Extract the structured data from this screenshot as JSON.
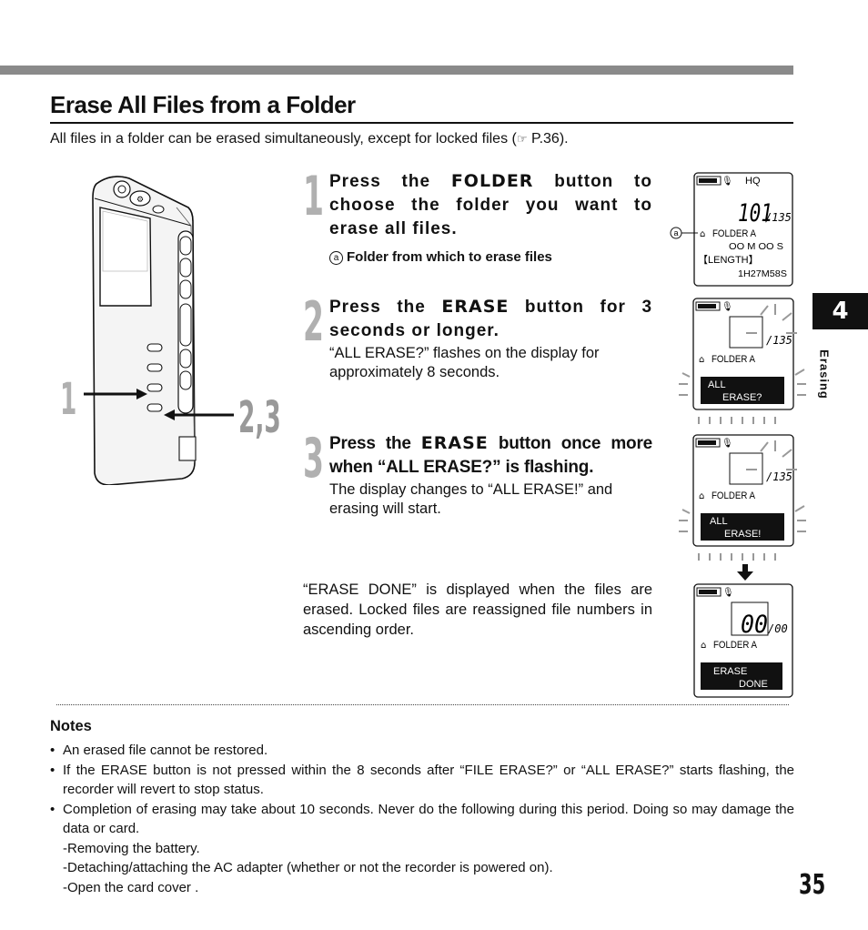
{
  "title": "Erase All Files from a Folder",
  "intro": {
    "before": "All files in a folder can be erased simultaneously, except for locked files (",
    "ref_icon": "pointing-hand-icon",
    "ref": "P.36",
    "after": ")."
  },
  "chapter": {
    "number": "4",
    "label": "Erasing"
  },
  "callouts": {
    "one": "1",
    "two_three": "2,3"
  },
  "steps": [
    {
      "number": "1",
      "head_pre": "Press the ",
      "keyword": "FOLDER",
      "head_post": " button to choose the folder you want to erase all files.",
      "note_marker": "a",
      "note": "Folder from which to erase files"
    },
    {
      "number": "2",
      "head_pre": "Press the ",
      "keyword": "ERASE",
      "head_post": " button for 3 seconds or longer.",
      "body": "“ALL ERASE?” flashes on the display for approximately 8 seconds."
    },
    {
      "number": "3",
      "head_pre": "Press the ",
      "keyword": "ERASE",
      "head_post": " button once more when “ALL ERASE?” is flashing.",
      "body": "The display changes to “ALL ERASE!” and erasing will start."
    }
  ],
  "done_text": "“ERASE DONE” is displayed when the files are erased. Locked files are reassigned file numbers in ascending order.",
  "displays": {
    "d1": {
      "mode": "HQ",
      "file": "101",
      "total": "/135",
      "folder": "FOLDER A",
      "time": "OO M OO S",
      "length": "【LENGTH】",
      "length_val": "1H27M58S",
      "marker": "a"
    },
    "d2": {
      "total": "/135",
      "folder": "FOLDER A",
      "msg1": "ALL",
      "msg2": "ERASE?"
    },
    "d3": {
      "total": "/135",
      "folder": "FOLDER A",
      "msg1": "ALL",
      "msg2": "ERASE!"
    },
    "d4": {
      "file": "00",
      "total": "/00",
      "folder": "FOLDER A",
      "msg1": "ERASE",
      "msg2": "DONE"
    }
  },
  "notes": {
    "heading": "Notes",
    "items": [
      "An erased file cannot be restored.",
      "If the ERASE button is not pressed within the 8 seconds after “FILE ERASE?” or “ALL ERASE?” starts flashing, the recorder will revert to stop status.",
      "Completion of erasing may take about 10 seconds. Never do the following during this period. Doing so may damage the data or card."
    ],
    "subs": [
      "-Removing the battery.",
      "-Detaching/attaching the AC adapter (whether or not the recorder is powered on).",
      "-Open the card cover ."
    ]
  },
  "page_number": "35"
}
